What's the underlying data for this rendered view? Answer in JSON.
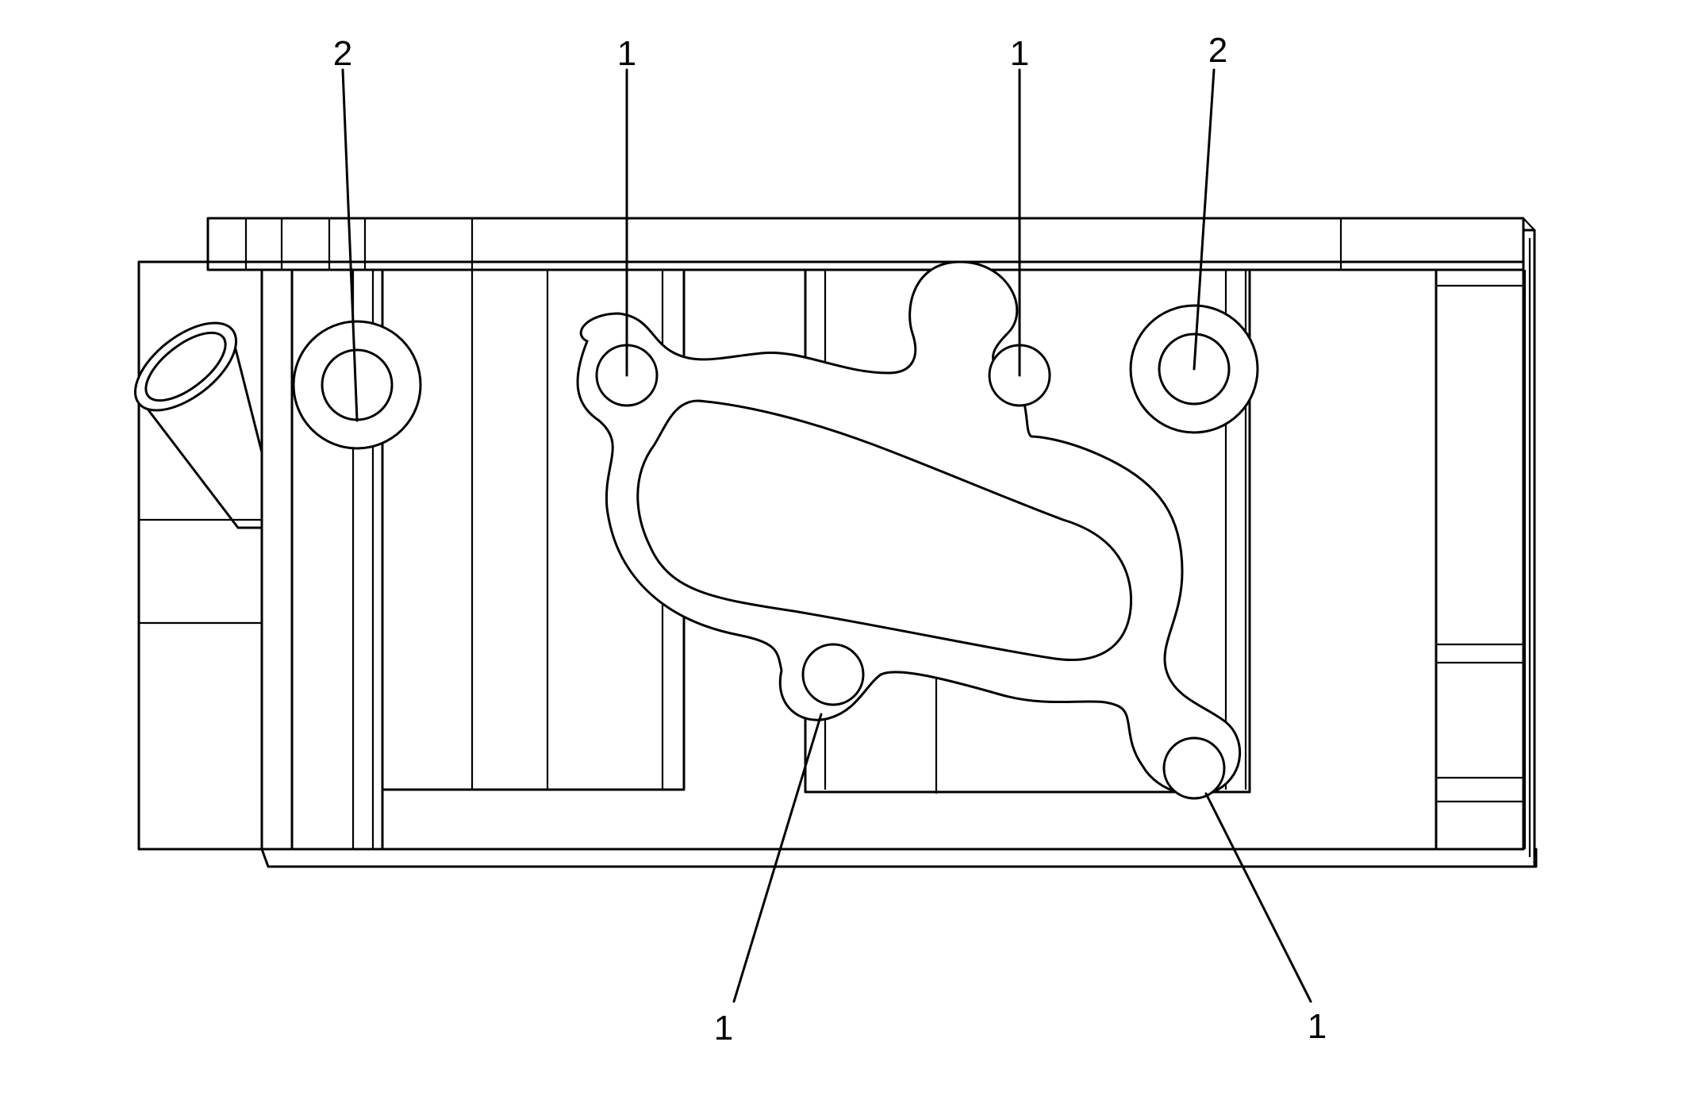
{
  "callouts": [
    {
      "id": "left-washer",
      "label": "2"
    },
    {
      "id": "top-left-bolt",
      "label": "1"
    },
    {
      "id": "top-right-bolt",
      "label": "1"
    },
    {
      "id": "right-washer",
      "label": "2"
    },
    {
      "id": "bottom-middle-bolt",
      "label": "1"
    },
    {
      "id": "bottom-right-bolt",
      "label": "1"
    }
  ],
  "colors": {
    "line": "#000000",
    "background": "#ffffff"
  }
}
